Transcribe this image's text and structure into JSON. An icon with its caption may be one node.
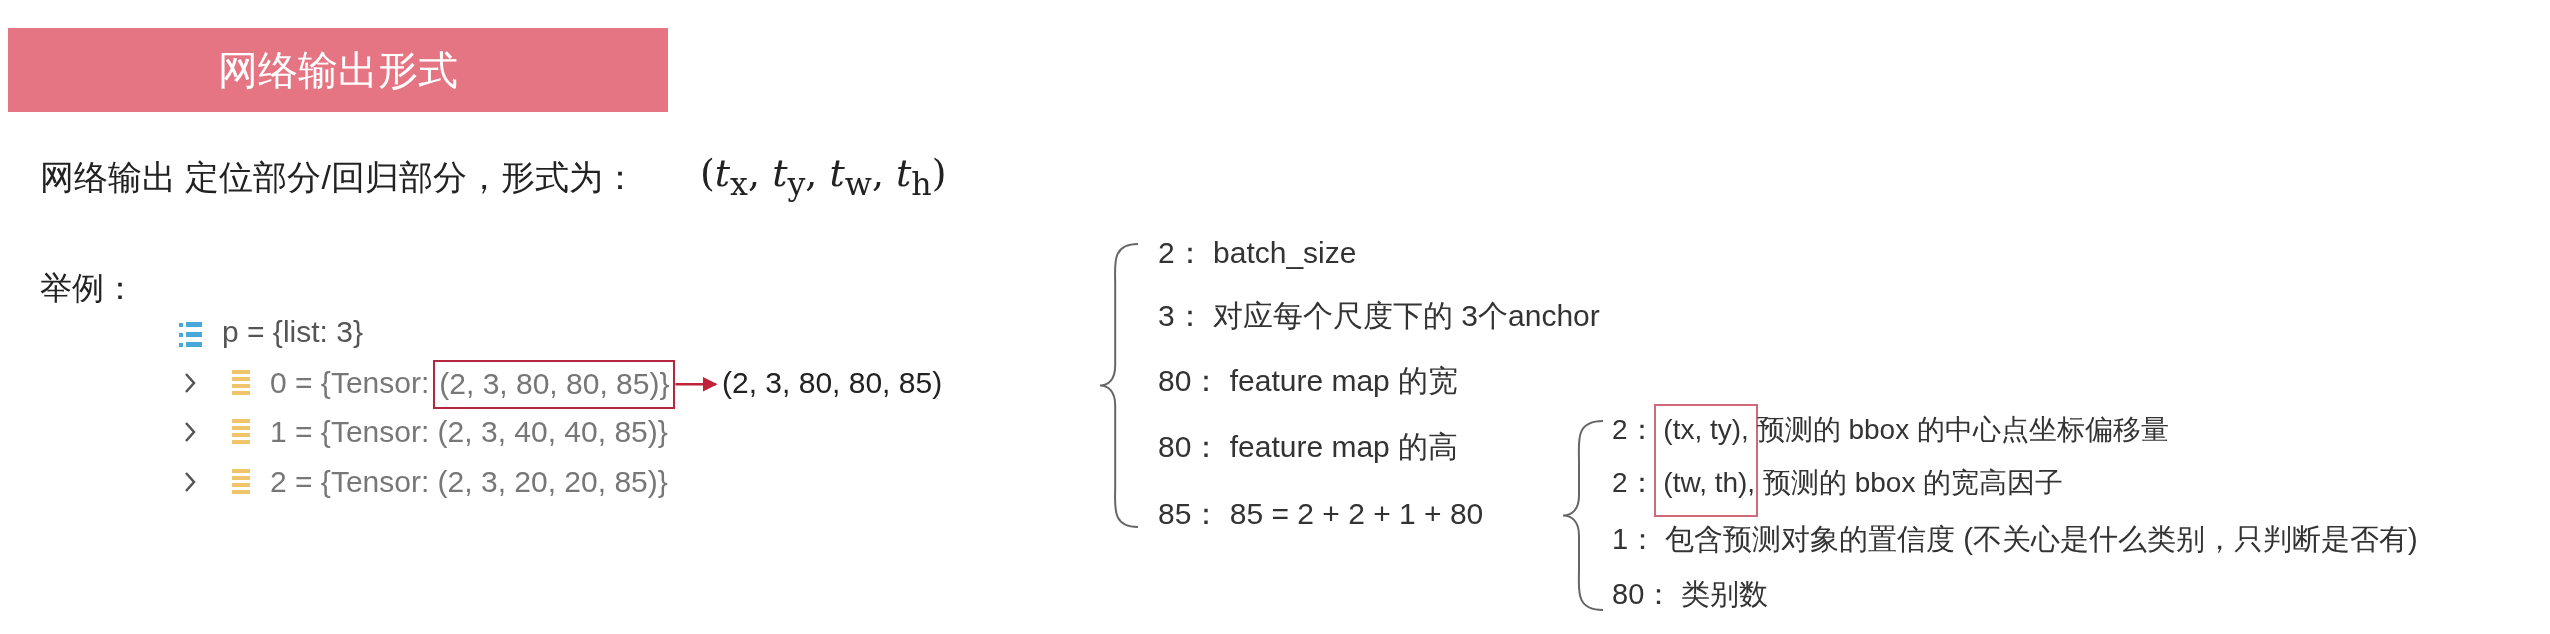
{
  "diagram": {
    "nodes": [
      {
        "text": [
          "网络输出形式"
        ]
      },
      {
        "text": [
          "(2, 3, 80, 80, 85)}"
        ]
      },
      {
        "text": [
          "(2, 3, 80, 80, 85)"
        ]
      }
    ],
    "edges": [
      {
        "from": 1,
        "to": 2,
        "arrow": "to",
        "color": "#c0223a"
      }
    ],
    "labels": [
      "网络输出 定位部分/回归部分，形式为：",
      "(*t*$_{x}$, *t*$_{y}$, *t*$_{w}$, *t*$_{h}$)",
      "举例：",
      "p = {list: 3}",
      "0 = {Tensor:",
      "1 = {Tensor: (2, 3, 40, 40, 85)}",
      "2 = {Tensor: (2, 3, 20, 20, 85)}",
      "2： batch_size",
      "3： 对应每个尺度下的 3个anchor",
      "80： feature map 的宽",
      "80： feature map 的高",
      "85： 85 = 2 + 2 + 1 + 80",
      "2： (tx, ty), 预测的 bbox 的中心点坐标偏移量",
      "2： (tw, th), 预测的 bbox 的宽高因子",
      "1： 包含预测对象的置信度 (不关心是什么类别，只判断是否有)",
      "80： 类别数"
    ]
  }
}
